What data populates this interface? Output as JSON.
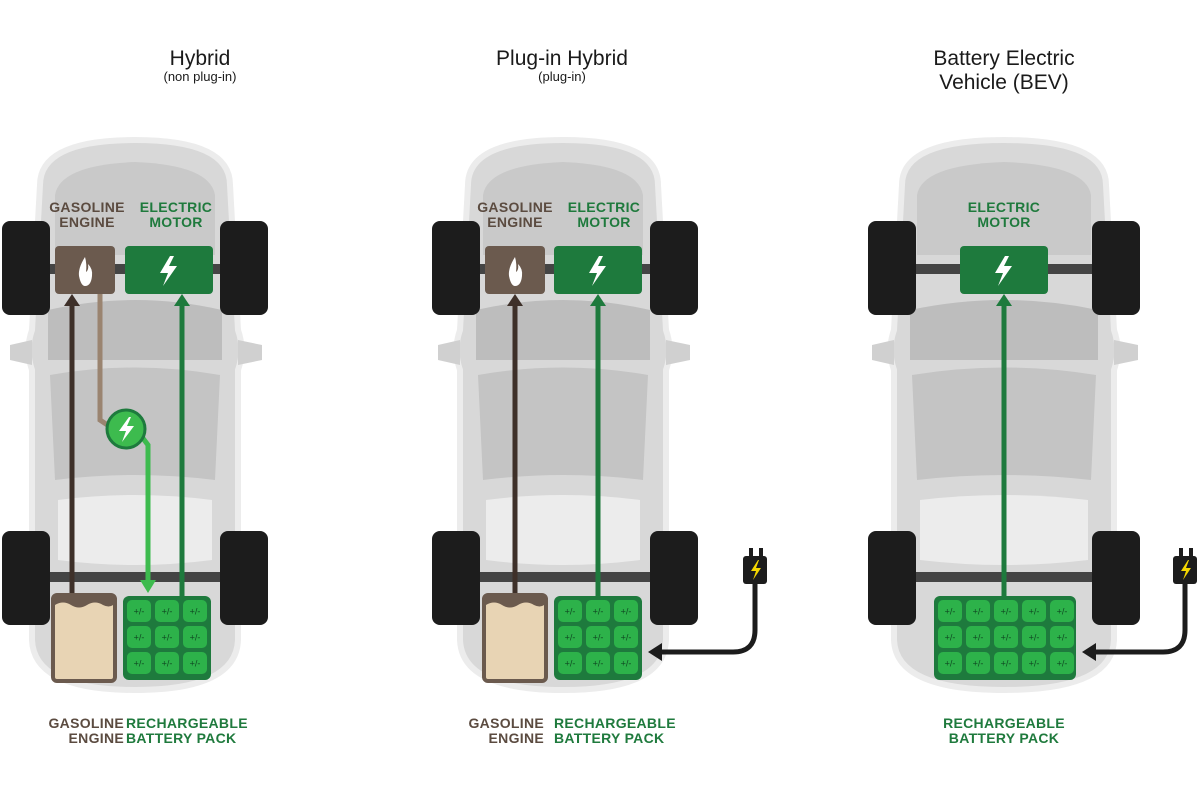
{
  "panels": [
    {
      "title": "Hybrid",
      "subtitle": "(non plug-in)",
      "top_labels": {
        "engine": "GASOLINE\nENGINE",
        "motor": "ELECTRIC\nMOTOR"
      },
      "bottom_labels": {
        "engine": "GASOLINE\nENGINE",
        "battery": "RECHARGEABLE\nBATTERY PACK"
      }
    },
    {
      "title": "Plug-in Hybrid",
      "subtitle": "(plug-in)",
      "top_labels": {
        "engine": "GASOLINE\nENGINE",
        "motor": "ELECTRIC\nMOTOR"
      },
      "bottom_labels": {
        "engine": "GASOLINE\nENGINE",
        "battery": "RECHARGEABLE\nBATTERY PACK"
      }
    },
    {
      "title": "Battery Electric\nVehicle (BEV)",
      "top_labels": {
        "motor": "ELECTRIC\nMOTOR"
      },
      "bottom_labels": {
        "battery": "RECHARGEABLE\nBATTERY PACK"
      }
    }
  ],
  "battery_cell_text": "+/-",
  "icons": [
    "flame-icon",
    "lightning-bolt-icon",
    "generator-icon",
    "plug-icon",
    "battery-cell-icon"
  ],
  "colors": {
    "engine_brown": "#6b5a4e",
    "fuel_tan": "#e8d4b4",
    "motor_green": "#1e7a3d",
    "battery_green": "#2db24a",
    "generator_green": "#3dbb4e",
    "car_gray": "#d4d4d4",
    "tire_black": "#1c1c1c"
  }
}
